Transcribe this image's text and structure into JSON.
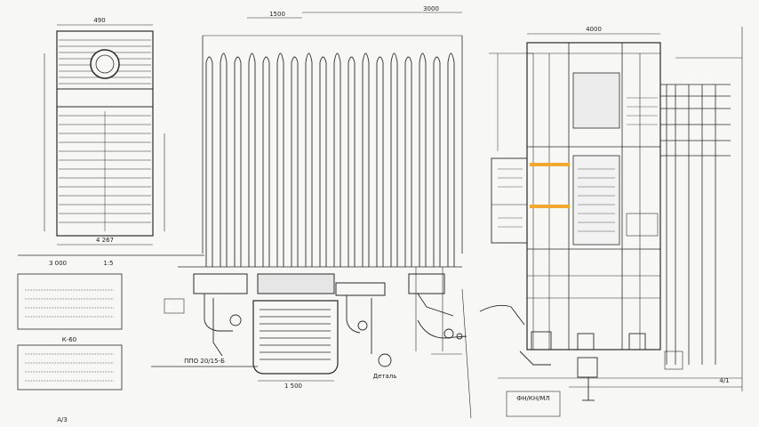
{
  "drawing": {
    "left_view": {
      "top_label": "490",
      "width_label": "4 267",
      "foot_label": "3 000",
      "foot_unit": "1:5"
    },
    "center_view": {
      "top_label_1": "1500",
      "top_label_2": "3000",
      "tray_label": "1 500",
      "bottom_label_left": "ППО 20/15-Б",
      "detail_caption": "Деталь"
    },
    "right_view": {
      "top_label": "4000",
      "bottom_left_label": "ФН/КН/МЛ",
      "bottom_right_label": "4/1"
    },
    "left_notes": {
      "title": "К-60",
      "page_mark": "A/3"
    },
    "highlight_color": "#f0a830",
    "line_color": "#2a2a2a"
  }
}
